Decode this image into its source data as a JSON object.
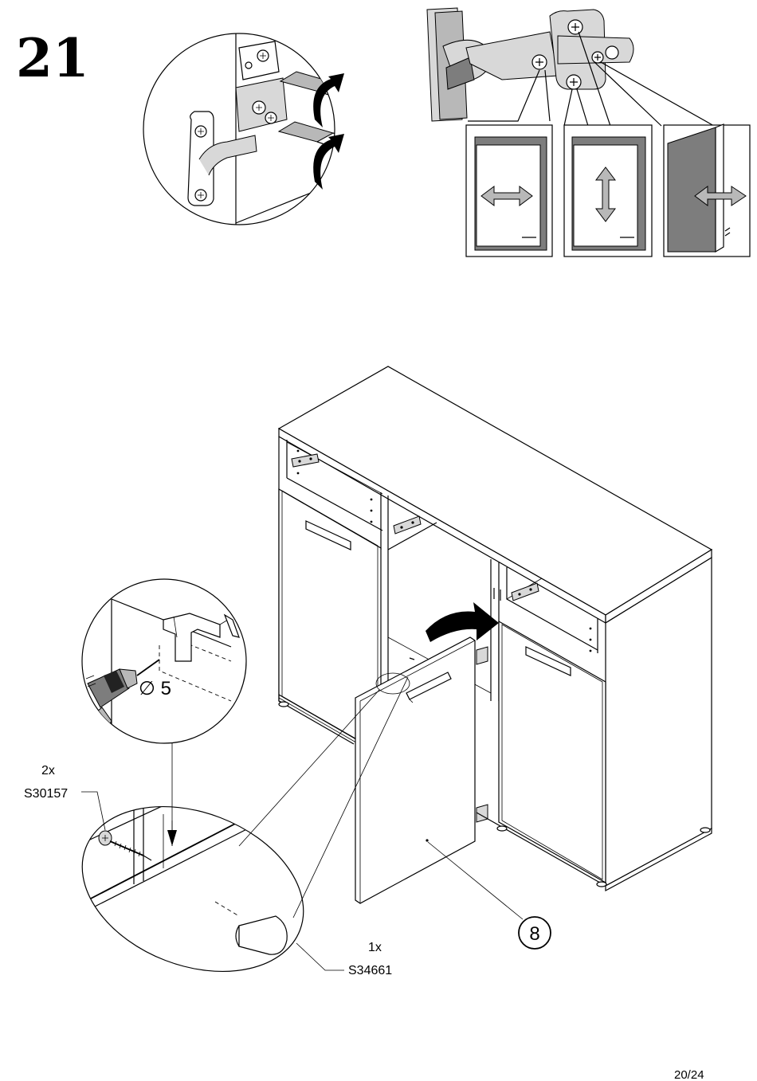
{
  "step": {
    "number": "21"
  },
  "adjust_panels": [
    {
      "name": "hinge-adjust-horizontal"
    },
    {
      "name": "hinge-adjust-vertical"
    },
    {
      "name": "hinge-adjust-depth"
    }
  ],
  "drill": {
    "diameter_label": "∅ 5"
  },
  "parts": [
    {
      "qty": "2x",
      "code": "S30157"
    },
    {
      "qty": "1x",
      "code": "S34661"
    }
  ],
  "door_callout": {
    "number": "8"
  },
  "page": {
    "number": "20/24"
  }
}
